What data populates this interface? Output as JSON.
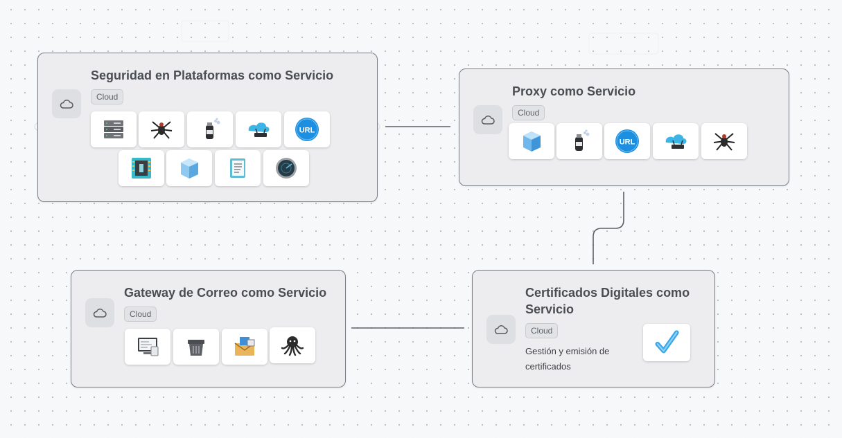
{
  "nodes": {
    "seguridad": {
      "title": "Seguridad en Plataformas como Servicio",
      "badge": "Cloud",
      "icons": [
        "server-rack-icon",
        "spider-bug-icon",
        "spray-can-icon",
        "network-router-icon",
        "url-badge-icon",
        "circuit-chip-icon",
        "ice-cube-icon",
        "document-clipboard-icon",
        "radar-dial-icon"
      ]
    },
    "proxy": {
      "title": "Proxy como Servicio",
      "badge": "Cloud",
      "icons": [
        "ice-cube-icon",
        "spray-can-icon",
        "url-badge-icon",
        "network-router-icon",
        "spider-bug-icon"
      ]
    },
    "gateway": {
      "title": "Gateway de Correo como Servicio",
      "badge": "Cloud",
      "icons": [
        "monitor-screen-icon",
        "shredder-bin-icon",
        "mail-envelope-icon",
        "octopus-icon"
      ]
    },
    "certificados": {
      "title": "Certificados Digitales como Servicio",
      "badge": "Cloud",
      "description": "Gestión y emisión de certificados",
      "icons": [
        "checkmark-icon"
      ]
    }
  },
  "colors": {
    "node_border": "#7a7d83",
    "node_bg": "#ededef",
    "connector": "#5c5f64",
    "accent_blue": "#1c8fe0"
  }
}
